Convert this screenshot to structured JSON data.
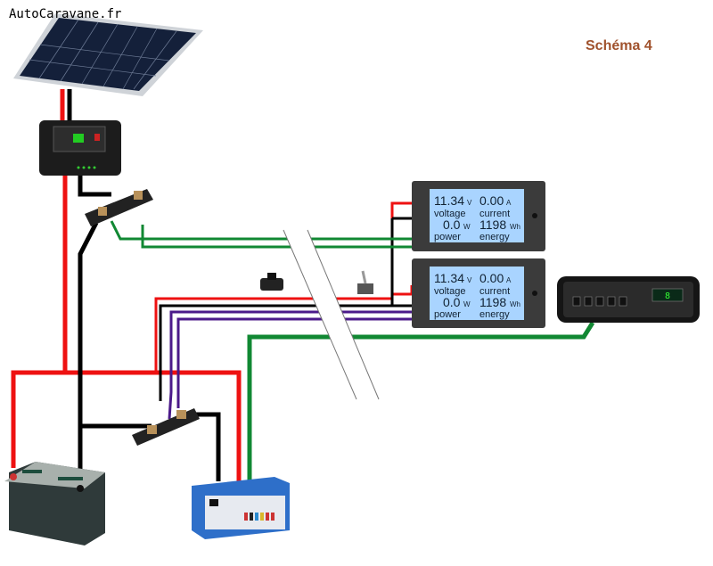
{
  "header": {
    "site": "AutoCaravane.fr",
    "title": "Schéma 4"
  },
  "meters": [
    {
      "voltage": "11.34",
      "voltage_unit": "V",
      "current": "0.00",
      "current_unit": "A",
      "voltage_label": "voltage",
      "current_label": "current",
      "power": "0.0",
      "power_unit": "W",
      "energy": "1198",
      "energy_unit": "Wh",
      "power_label": "power",
      "energy_label": "energy"
    },
    {
      "voltage": "11.34",
      "voltage_unit": "V",
      "current": "0.00",
      "current_unit": "A",
      "voltage_label": "voltage",
      "current_label": "current",
      "power": "0.0",
      "power_unit": "W",
      "energy": "1198",
      "energy_unit": "Wh",
      "power_label": "power",
      "energy_label": "energy"
    }
  ],
  "display": {
    "value": "8"
  },
  "colors": {
    "positive": "#ee1111",
    "negative": "#000000",
    "shunt_sense": "#118833",
    "signal": "#4b1a8a",
    "lcd": "#a9d4ff",
    "title": "#a0522d"
  }
}
